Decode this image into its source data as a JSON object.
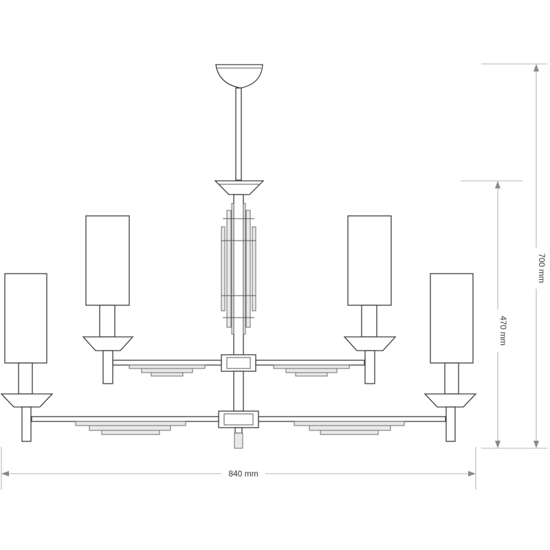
{
  "dimensions": {
    "total_height": "700 mm",
    "body_height": "470 mm",
    "width": "840 mm"
  },
  "colors": {
    "line": "#3a3a3a",
    "dimension_line": "#9a9a9a",
    "background": "#ffffff"
  }
}
